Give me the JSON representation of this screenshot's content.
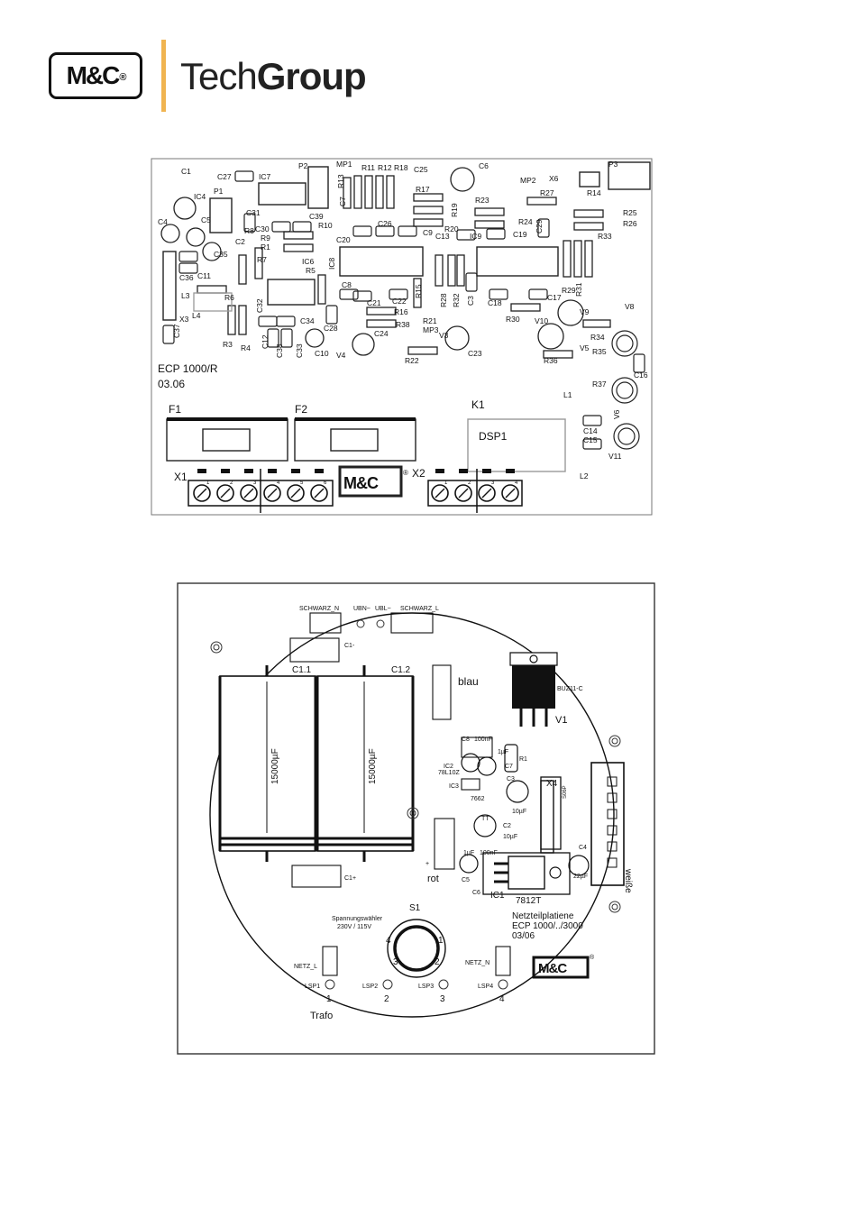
{
  "header": {
    "logo_text": "M&C",
    "logo_reg": "®",
    "brand_light": "Tech",
    "brand_bold": "Group"
  },
  "pcb1": {
    "board_name": "ECP 1000/R",
    "board_date": "03.06",
    "fuse_labels": [
      "F1",
      "F2"
    ],
    "relay_label": "K1",
    "display_label": "DSP1",
    "terminal_x1": "X1",
    "terminal_x2": "X2",
    "x1_pins": [
      "1",
      "2",
      "3",
      "4",
      "5",
      "6"
    ],
    "x2_pins": [
      "1",
      "2",
      "3",
      "4"
    ],
    "logo_text": "M&C",
    "logo_reg": "®",
    "components": [
      {
        "id": "c1",
        "t": "C1"
      },
      {
        "id": "c27",
        "t": "C27"
      },
      {
        "id": "ic7",
        "t": "IC7"
      },
      {
        "id": "p2",
        "t": "P2"
      },
      {
        "id": "mp1",
        "t": "MP1"
      },
      {
        "id": "r11",
        "t": "R11"
      },
      {
        "id": "r12",
        "t": "R12"
      },
      {
        "id": "r18",
        "t": "R18"
      },
      {
        "id": "c25",
        "t": "C25"
      },
      {
        "id": "c6",
        "t": "C6"
      },
      {
        "id": "mp2",
        "t": "MP2"
      },
      {
        "id": "x6",
        "t": "X6"
      },
      {
        "id": "p3",
        "t": "P3"
      },
      {
        "id": "ic4",
        "t": "IC4"
      },
      {
        "id": "p1",
        "t": "P1"
      },
      {
        "id": "r13",
        "t": "R13"
      },
      {
        "id": "c7",
        "t": "C7"
      },
      {
        "id": "r17",
        "t": "R17"
      },
      {
        "id": "r23",
        "t": "R23"
      },
      {
        "id": "r27",
        "t": "R27"
      },
      {
        "id": "r14",
        "t": "R14"
      },
      {
        "id": "c31",
        "t": "C31"
      },
      {
        "id": "c39",
        "t": "C39"
      },
      {
        "id": "r19",
        "t": "R19"
      },
      {
        "id": "r25",
        "t": "R25"
      },
      {
        "id": "c4",
        "t": "C4"
      },
      {
        "id": "c5",
        "t": "C5"
      },
      {
        "id": "c30",
        "t": "C30"
      },
      {
        "id": "r10",
        "t": "R10"
      },
      {
        "id": "c26",
        "t": "C26"
      },
      {
        "id": "r24",
        "t": "R24"
      },
      {
        "id": "r26",
        "t": "R26"
      },
      {
        "id": "c2",
        "t": "C2"
      },
      {
        "id": "r8",
        "t": "R8"
      },
      {
        "id": "r9",
        "t": "R9"
      },
      {
        "id": "c20",
        "t": "C20"
      },
      {
        "id": "c9",
        "t": "C9"
      },
      {
        "id": "r20",
        "t": "R20"
      },
      {
        "id": "ic9",
        "t": "IC9"
      },
      {
        "id": "c19",
        "t": "C19"
      },
      {
        "id": "c29",
        "t": "C29"
      },
      {
        "id": "r33",
        "t": "R33"
      },
      {
        "id": "c35",
        "t": "C35"
      },
      {
        "id": "r1",
        "t": "R1"
      },
      {
        "id": "c13",
        "t": "C13"
      },
      {
        "id": "r7",
        "t": "R7"
      },
      {
        "id": "ic6",
        "t": "IC6"
      },
      {
        "id": "ic8",
        "t": "IC8"
      },
      {
        "id": "c36",
        "t": "C36"
      },
      {
        "id": "c11",
        "t": "C11"
      },
      {
        "id": "r5",
        "t": "R5"
      },
      {
        "id": "c8",
        "t": "C8"
      },
      {
        "id": "r15",
        "t": "R15"
      },
      {
        "id": "r29",
        "t": "R29"
      },
      {
        "id": "l3",
        "t": "L3"
      },
      {
        "id": "r6",
        "t": "R6"
      },
      {
        "id": "c21",
        "t": "C21"
      },
      {
        "id": "c22",
        "t": "C22"
      },
      {
        "id": "r28",
        "t": "R28"
      },
      {
        "id": "r32",
        "t": "R32"
      },
      {
        "id": "c3",
        "t": "C3"
      },
      {
        "id": "c18",
        "t": "C18"
      },
      {
        "id": "c17",
        "t": "C17"
      },
      {
        "id": "r31",
        "t": "R31"
      },
      {
        "id": "v8",
        "t": "V8"
      },
      {
        "id": "l4",
        "t": "L4"
      },
      {
        "id": "c32",
        "t": "C32"
      },
      {
        "id": "x3",
        "t": "X3"
      },
      {
        "id": "c34",
        "t": "C34"
      },
      {
        "id": "r16",
        "t": "R16"
      },
      {
        "id": "r21",
        "t": "R21"
      },
      {
        "id": "r30",
        "t": "R30"
      },
      {
        "id": "v10",
        "t": "V10"
      },
      {
        "id": "v9",
        "t": "V9"
      },
      {
        "id": "c37",
        "t": "C37"
      },
      {
        "id": "c28",
        "t": "C28"
      },
      {
        "id": "r38",
        "t": "R38"
      },
      {
        "id": "mp3",
        "t": "MP3"
      },
      {
        "id": "r34",
        "t": "R34"
      },
      {
        "id": "r3",
        "t": "R3"
      },
      {
        "id": "r4",
        "t": "R4"
      },
      {
        "id": "c12",
        "t": "C12"
      },
      {
        "id": "c38",
        "t": "C38"
      },
      {
        "id": "c33",
        "t": "C33"
      },
      {
        "id": "c10",
        "t": "C10"
      },
      {
        "id": "c24",
        "t": "C24"
      },
      {
        "id": "v3",
        "t": "V3"
      },
      {
        "id": "v5",
        "t": "V5"
      },
      {
        "id": "v4",
        "t": "V4"
      },
      {
        "id": "c23",
        "t": "C23"
      },
      {
        "id": "r35",
        "t": "R35"
      },
      {
        "id": "r22",
        "t": "R22"
      },
      {
        "id": "r36",
        "t": "R36"
      },
      {
        "id": "c16",
        "t": "C16"
      },
      {
        "id": "r37",
        "t": "R37"
      },
      {
        "id": "l1",
        "t": "L1"
      },
      {
        "id": "v6",
        "t": "V6"
      },
      {
        "id": "c14",
        "t": "C14"
      },
      {
        "id": "c15",
        "t": "C15"
      },
      {
        "id": "v11",
        "t": "V11"
      },
      {
        "id": "l2",
        "t": "L2"
      }
    ]
  },
  "pcb2": {
    "schwarz_n": "SCHWARZ_N",
    "ubn": "UBN~",
    "ubl": "UBL~",
    "schwarz_l": "SCHWARZ_L",
    "c1_minus": "C1-",
    "c1_1": "C1.1",
    "c1_2": "C1.2",
    "cap_value": "15000µF",
    "blau": "blau",
    "buz": "BUZ11-C",
    "v1": "V1",
    "c8": "C8",
    "c8_val": "100nF",
    "c7": "C7",
    "c7_val": "1µF",
    "r1": "R1",
    "ic2": "IC2",
    "ic2_val": "78L10Z",
    "ic3": "IC3",
    "ic3_val": "7662",
    "c3": "C3",
    "c3_val": "10µF",
    "x4": "X4",
    "x4_sub": "S06P",
    "tt": "TT",
    "c2": "C2",
    "c2_val": "10µF",
    "c4": "C4",
    "c4_val": "22µF",
    "weiße": "weiße",
    "c5": "C5",
    "c5_val": "1µF",
    "c6": "C6",
    "c6_val": "100nF",
    "ic1": "IC1",
    "ic1_val": "7812T",
    "plus": "+",
    "rot": "rot",
    "c1_plus": "C1+",
    "s1": "S1",
    "selector": "Spannungswähler",
    "selector_val": "230V / 115V",
    "sel_positions": [
      "4",
      "1",
      "3",
      "2"
    ],
    "netz_l": "NETZ_L",
    "netz_n": "NETZ_N",
    "lsp": [
      "LSP1",
      "LSP2",
      "LSP3",
      "LSP4"
    ],
    "lsp_nums": [
      "1",
      "2",
      "3",
      "4"
    ],
    "trafo": "Trafo",
    "board_title": "Netzteilplatiene",
    "board_name": "ECP 1000/../3000",
    "board_date": "03/06",
    "logo_text": "M&C",
    "logo_reg": "®"
  }
}
